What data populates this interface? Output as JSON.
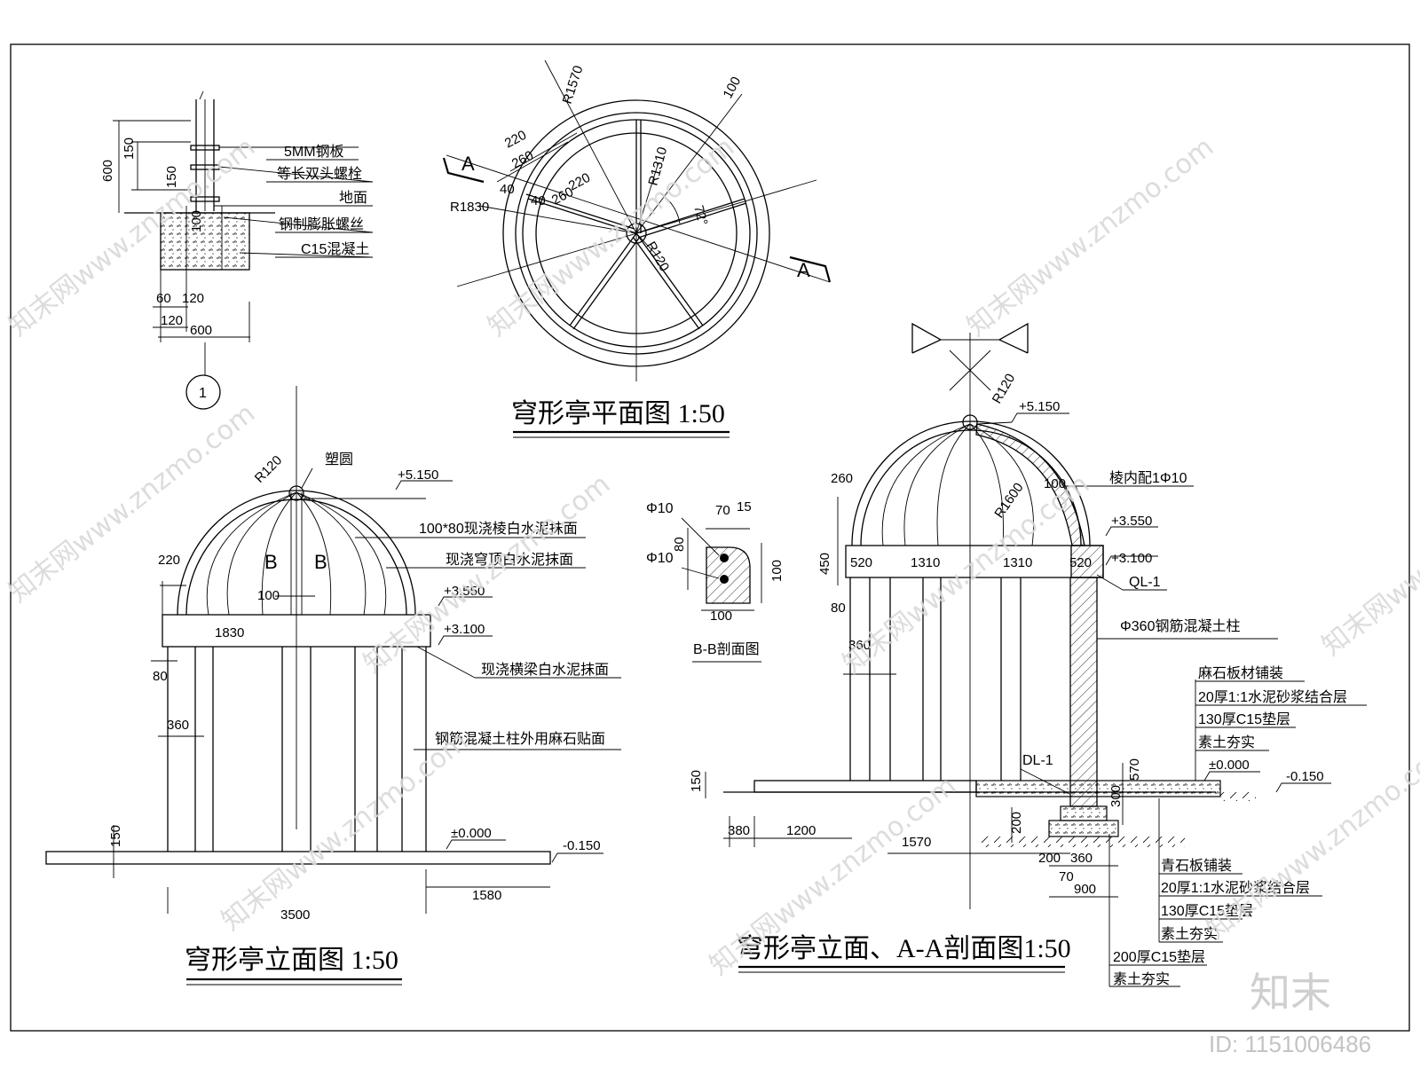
{
  "watermark": {
    "text": "知末网www.znzmo.com",
    "brand": "知末",
    "id": "ID: 1151006486"
  },
  "detail": {
    "label_steel_plate": "5MM钢板",
    "label_bolt": "等长双头螺栓",
    "label_ground": "地面",
    "label_expansion": "钢制膨胀螺丝",
    "label_concrete": "C15混凝土",
    "dim_600_v": "600",
    "dim_150_a": "150",
    "dim_150_b": "150",
    "dim_100": "100",
    "dim_60": "60",
    "dim_120_a": "120",
    "dim_120_b": "120",
    "dim_600_h": "600",
    "marker": "1"
  },
  "plan": {
    "title": "穹形亭平面图 1:50",
    "r1570": "R1570",
    "r1310": "R1310",
    "r1830": "R1830",
    "r120": "R120",
    "d100": "100",
    "d220_a": "220",
    "d260_a": "260",
    "d220_b": "220",
    "d260_b": "260",
    "d40_a": "40",
    "d40_b": "40",
    "angle": "72°",
    "section_a1": "A",
    "section_a2": "A"
  },
  "elevation": {
    "title": "穹形亭立面图 1:50",
    "label_round": "塑圆",
    "r120": "R120",
    "elev_top": "+5.150",
    "label_rib": "100*80现浇棱白水泥抹面",
    "label_dome": "现浇穹顶白水泥抹面",
    "elev_3550": "+3.550",
    "elev_3100": "+3.100",
    "label_beam": "现浇横梁白水泥抹面",
    "label_column": "钢筋混凝土柱外用麻石贴面",
    "elev_0": "±0.000",
    "elev_neg": "-0.150",
    "b1": "B",
    "b2": "B",
    "d220": "220",
    "d100": "100",
    "d1830": "1830",
    "d80": "80",
    "d360": "360",
    "d150": "150",
    "d3500": "3500",
    "d1580": "1580"
  },
  "bb": {
    "title": "B-B剖面图",
    "phi_a": "Φ10",
    "phi_b": "Φ10",
    "d70": "70",
    "d15": "15",
    "d80": "80",
    "d100_v": "100",
    "d100_h": "100"
  },
  "section": {
    "title": "穹形亭立面、A-A剖面图1:50",
    "r120": "R120",
    "elev_top": "+5.150",
    "r1600": "R1600",
    "d100": "100",
    "label_rib_bar": "棱内配1Φ10",
    "elev_3550": "+3.550",
    "elev_3100": "+3.100",
    "d260": "260",
    "d450": "450",
    "d80": "80",
    "d360": "360",
    "d520_a": "520",
    "d1310_a": "1310",
    "d1310_b": "1310",
    "d520_b": "520",
    "label_ql": "QL-1",
    "label_col": "Φ360钢筋混凝土柱",
    "paving_title": "麻石板材铺装",
    "paving_1": "20厚1:1水泥砂浆结合层",
    "paving_2": "130厚C15垫层",
    "paving_3": "素土夯实",
    "label_dl": "DL-1",
    "elev_0": "±0.000",
    "elev_neg": "-0.150",
    "d150": "150",
    "d570": "570",
    "d300": "300",
    "d380": "380",
    "d1200": "1200",
    "d1570": "1570",
    "d200_v": "200",
    "d200_h": "200",
    "d360_b": "360",
    "d70": "70",
    "d900": "900",
    "stone_title": "青石板铺装",
    "stone_1": "20厚1:1水泥砂浆结合层",
    "stone_2": "130厚C15垫层",
    "stone_3": "素土夯实",
    "stone_4": "200厚C15垫层",
    "stone_5": "素土夯实"
  }
}
